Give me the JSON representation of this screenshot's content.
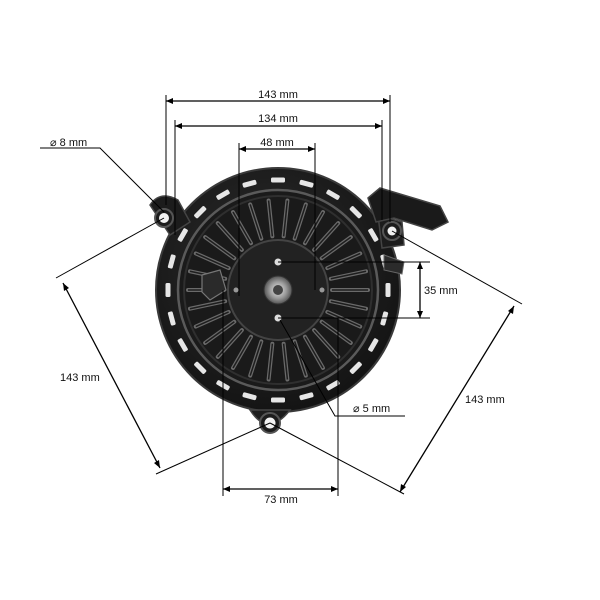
{
  "diagram": {
    "dimensions": {
      "total_width": "143 mm",
      "hole_spacing": "134 mm",
      "inner_spacing": "48 mm",
      "vertical_spacing": "35 mm",
      "bottom_spacing": "73 mm",
      "left_diagonal": "143 mm",
      "right_diagonal": "143 mm",
      "mount_hole_dia": "⌀ 8 mm",
      "center_hole_dia": "⌀ 5 mm"
    },
    "colors": {
      "body": "#1c1c1c",
      "body_edge": "#3a3a3a",
      "highlight": "#6a6a6a",
      "hole": "#f2f2f2",
      "line": "#000000"
    }
  }
}
